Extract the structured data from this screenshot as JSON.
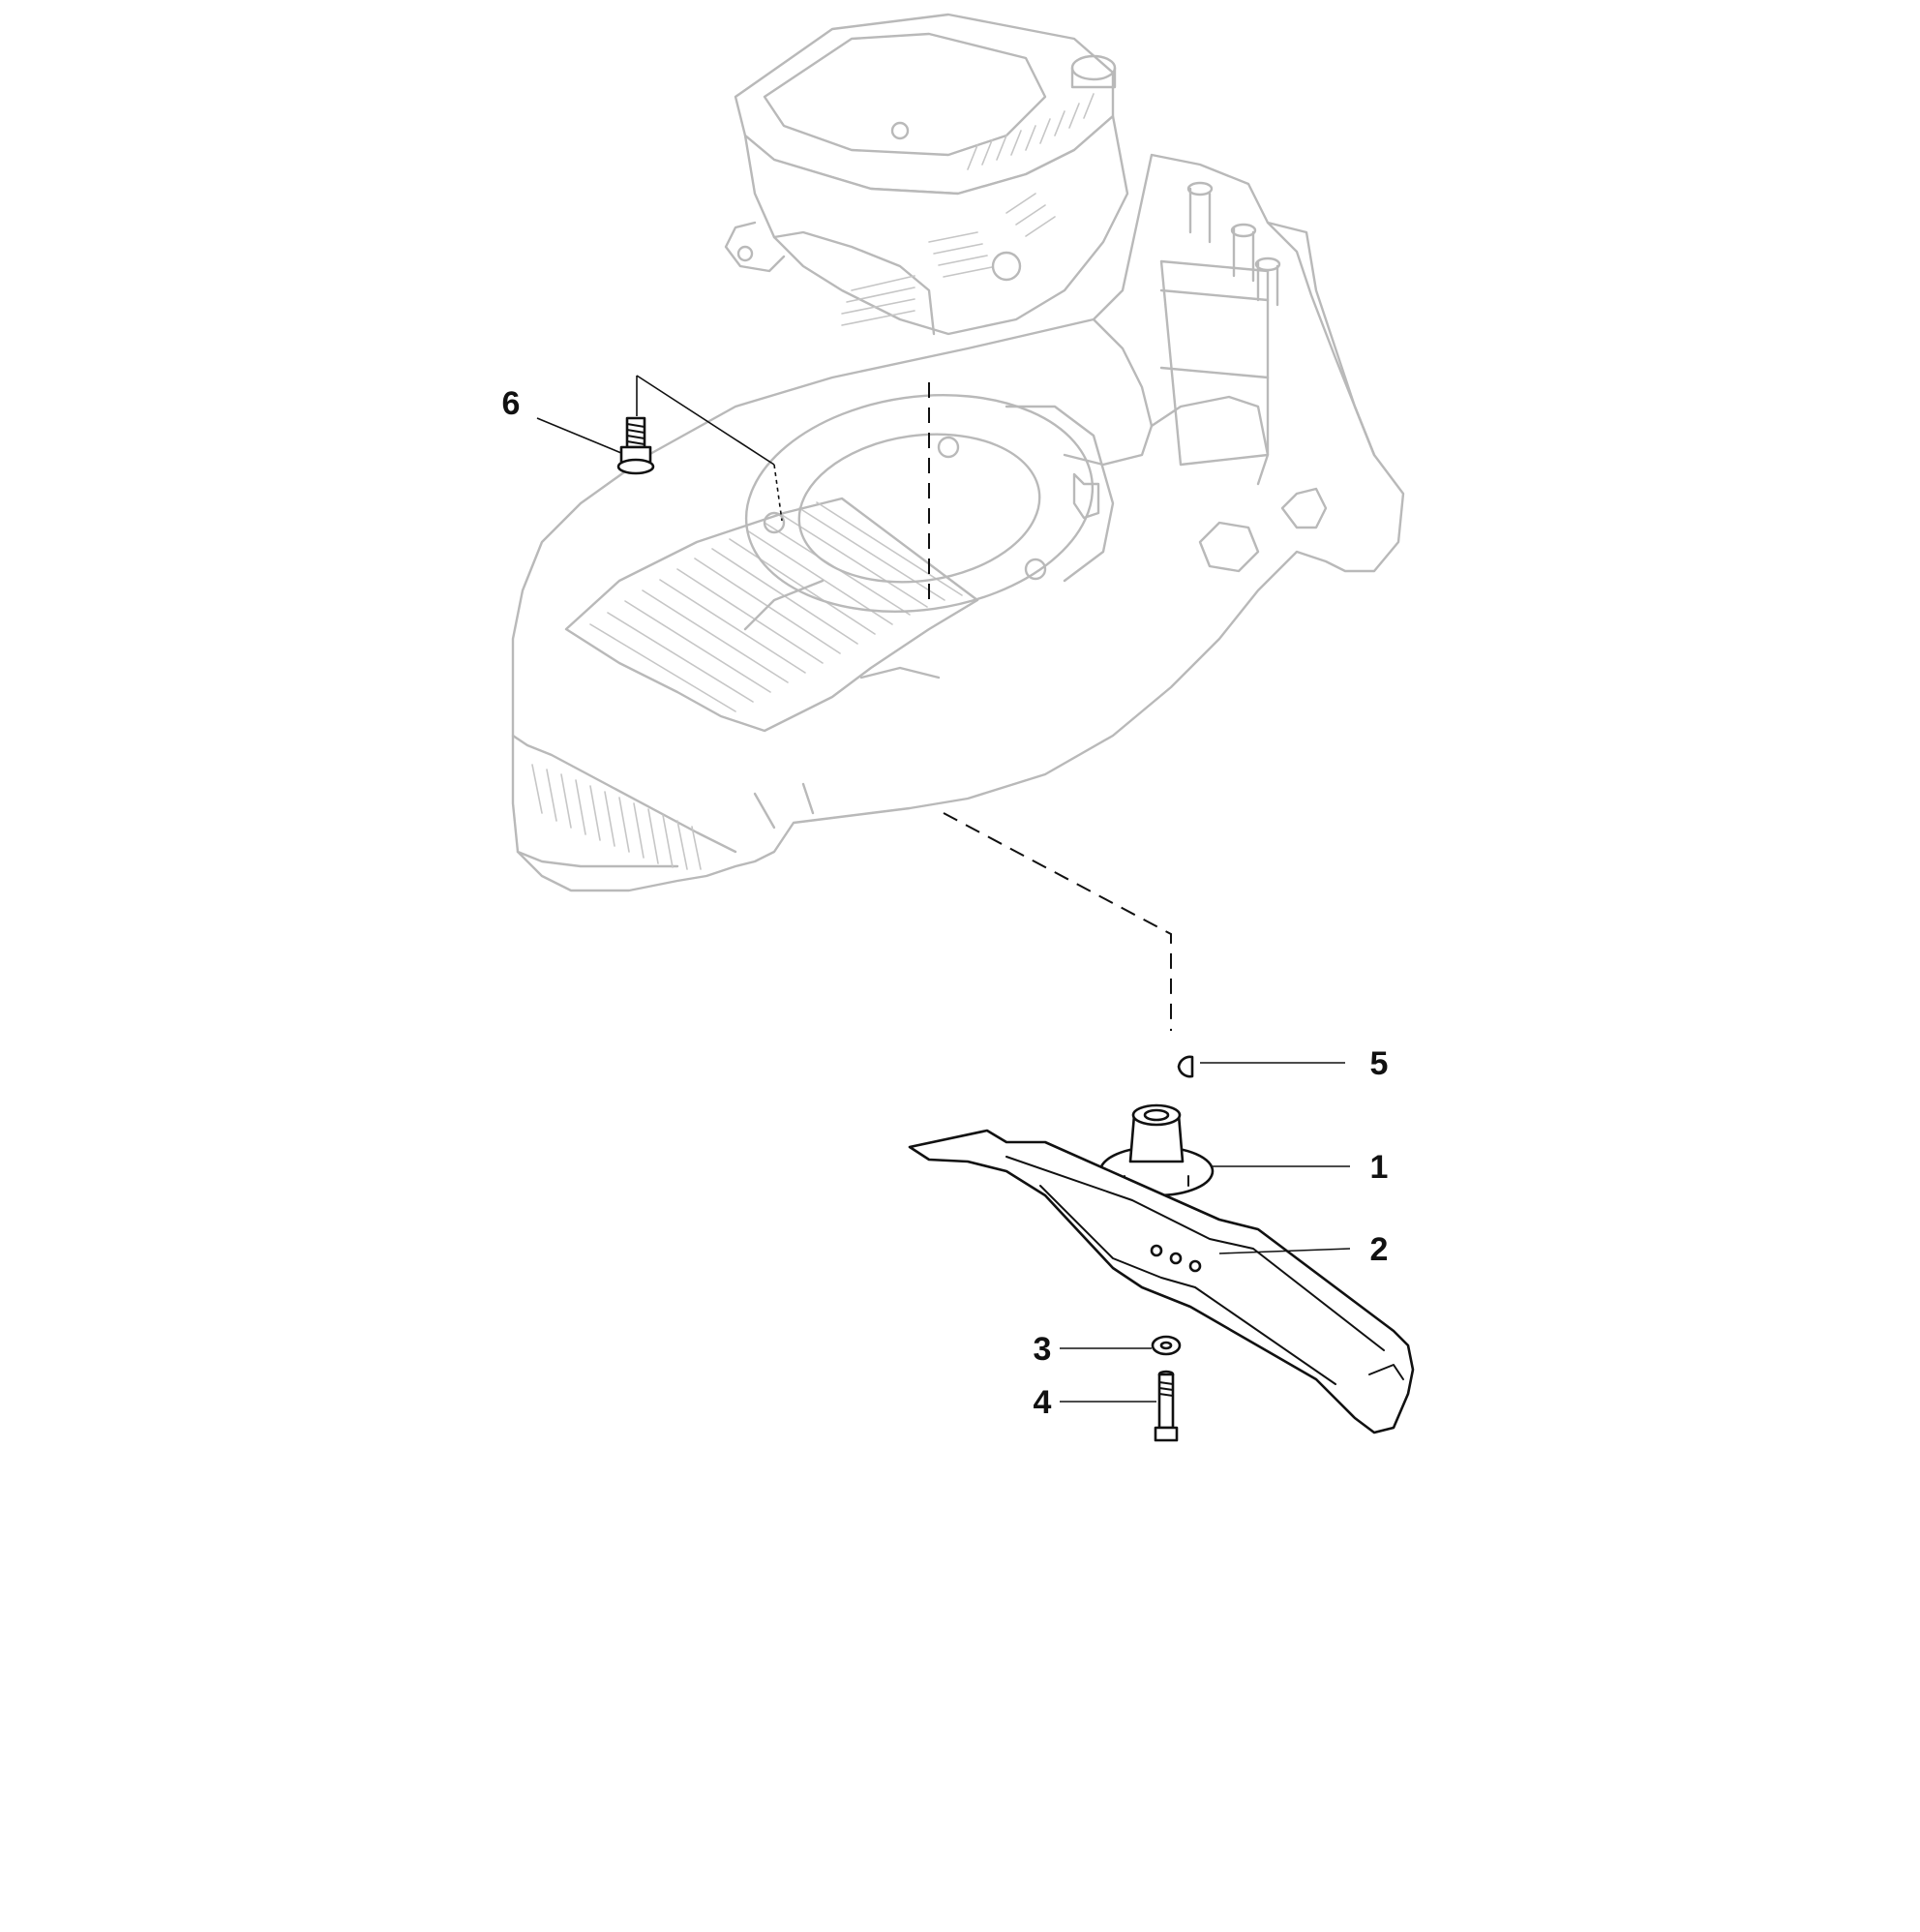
{
  "callouts": [
    {
      "id": "1",
      "label": "1",
      "part": "blade-adapter"
    },
    {
      "id": "2",
      "label": "2",
      "part": "blade"
    },
    {
      "id": "3",
      "label": "3",
      "part": "washer"
    },
    {
      "id": "4",
      "label": "4",
      "part": "blade-bolt"
    },
    {
      "id": "5",
      "label": "5",
      "part": "shaft-key"
    },
    {
      "id": "6",
      "label": "6",
      "part": "engine-mount-bolt"
    }
  ],
  "colors": {
    "context_line": "#b9b9b9",
    "part_line": "#111111",
    "background": "#ffffff"
  }
}
